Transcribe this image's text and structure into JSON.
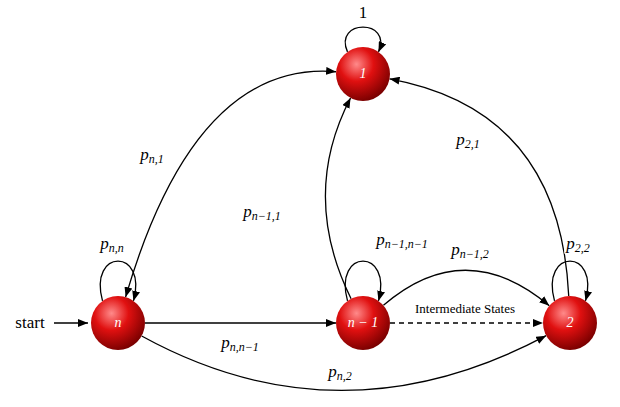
{
  "diagram": {
    "nodes": [
      {
        "text": [
          "1"
        ]
      },
      {
        "text": [
          "n"
        ]
      },
      {
        "text": [
          "n − 1"
        ]
      },
      {
        "text": [
          "2"
        ]
      }
    ],
    "edges": [
      {
        "from": 0,
        "to": 0,
        "arrow": "to",
        "label": "1"
      },
      {
        "from": 1,
        "to": 0,
        "arrow": "both",
        "label": "pn,1"
      },
      {
        "from": 1,
        "to": 1,
        "arrow": "to",
        "label": "pn,n"
      },
      {
        "from": 1,
        "to": 2,
        "arrow": "to",
        "label": "pn,n−1"
      },
      {
        "from": 1,
        "to": 3,
        "arrow": "to",
        "label": "pn,2"
      },
      {
        "from": 2,
        "to": 0,
        "arrow": "to",
        "label": "pn−1,1"
      },
      {
        "from": 2,
        "to": 2,
        "arrow": "to",
        "label": "pn−1,n−1"
      },
      {
        "from": 2,
        "to": 3,
        "arrow": "to",
        "label": "pn−1,2"
      },
      {
        "from": 2,
        "to": 3,
        "arrow": "to",
        "label": "Intermediate States"
      },
      {
        "from": 3,
        "to": 0,
        "arrow": "to",
        "label": "p2,1"
      },
      {
        "from": 3,
        "to": 3,
        "arrow": "to",
        "label": "p2,2"
      }
    ],
    "labels": [
      "start"
    ]
  }
}
